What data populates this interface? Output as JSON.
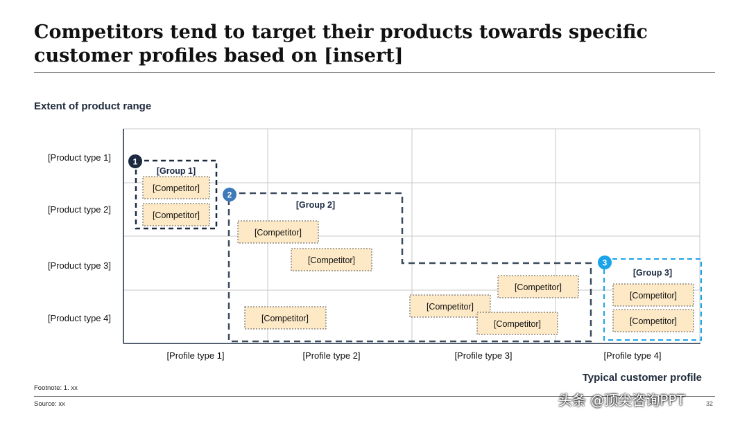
{
  "title": "Competitors tend to target their products towards specific customer profiles based on [insert]",
  "y_axis_title": "Extent of product range",
  "x_axis_title": "Typical customer profile",
  "rows": [
    "[Product type 1]",
    "[Product type 2]",
    "[Product type 3]",
    "[Product type 4]"
  ],
  "columns": [
    "[Profile type 1]",
    "[Profile type 2]",
    "[Profile type 3]",
    "[Profile type 4]"
  ],
  "groups": [
    {
      "number": "1",
      "label": "[Group 1]",
      "color": "#1b2a41"
    },
    {
      "number": "2",
      "label": "[Group 2]",
      "color": "#3d7ab8"
    },
    {
      "number": "3",
      "label": "[Group 3]",
      "color": "#1aa3e8"
    }
  ],
  "competitor_label": "[Competitor]",
  "competitor_fill": "#fde9c6",
  "footnote": "Footnote: 1. xx",
  "source": "Source: xx",
  "page_number": "32",
  "watermark": "头条 @顶尖咨询PPT"
}
